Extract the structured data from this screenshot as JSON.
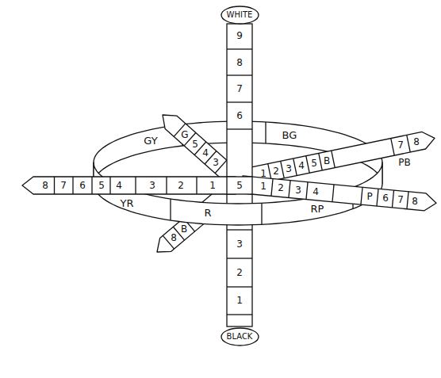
{
  "diagram": {
    "nodes": [
      {
        "text": [
          "WHITE"
        ]
      },
      {
        "text": [
          "BLACK"
        ]
      }
    ],
    "labels": [
      "9",
      "8",
      "7",
      "6",
      "BG",
      "G",
      "GY",
      "8",
      "7",
      "5",
      "4",
      "B",
      "PB",
      "3",
      "5",
      "4",
      "3",
      "2",
      "1",
      "8",
      "7",
      "6",
      "5",
      "4",
      "3",
      "2",
      "1",
      "5",
      "1",
      "2",
      "3",
      "4",
      "P",
      "6",
      "7",
      "8",
      "YR",
      "RP",
      "R",
      "B",
      "8",
      "3",
      "2",
      "1"
    ]
  }
}
